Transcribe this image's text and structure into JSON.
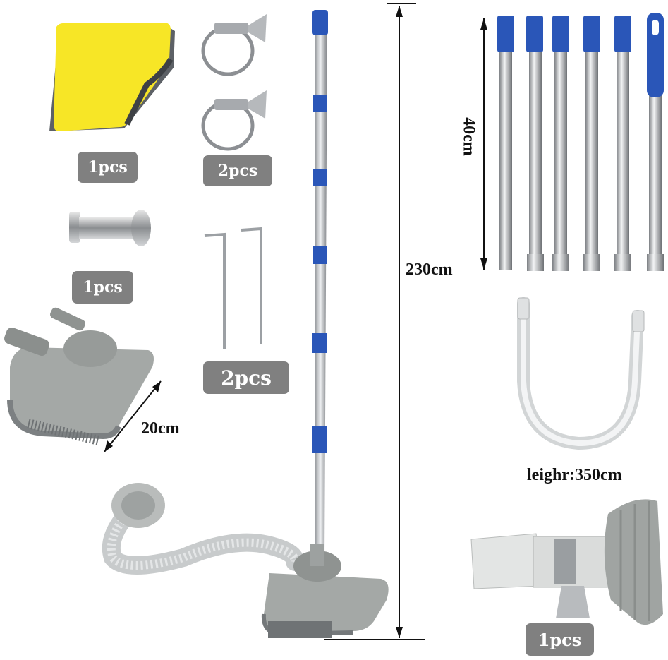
{
  "labels": {
    "towel_qty": "1pcs",
    "clamps_qty": "2pcs",
    "bolt_qty": "1pcs",
    "hex_keys_qty": "2pcs",
    "adapter_qty": "1pcs",
    "brush_size": "20cm",
    "pole_length": "230cm",
    "segment_length": "40cm",
    "hose_length": "leighr:350cm"
  },
  "colors": {
    "badge": "#808080",
    "pole_blue": "#2a56b8",
    "towel_yellow": "#f7e626",
    "towel_gray": "#5d6166",
    "plastic_gray": "#a4a8a6",
    "steel": "#c9ccd0"
  },
  "parts": {
    "pole_segments": 6
  }
}
